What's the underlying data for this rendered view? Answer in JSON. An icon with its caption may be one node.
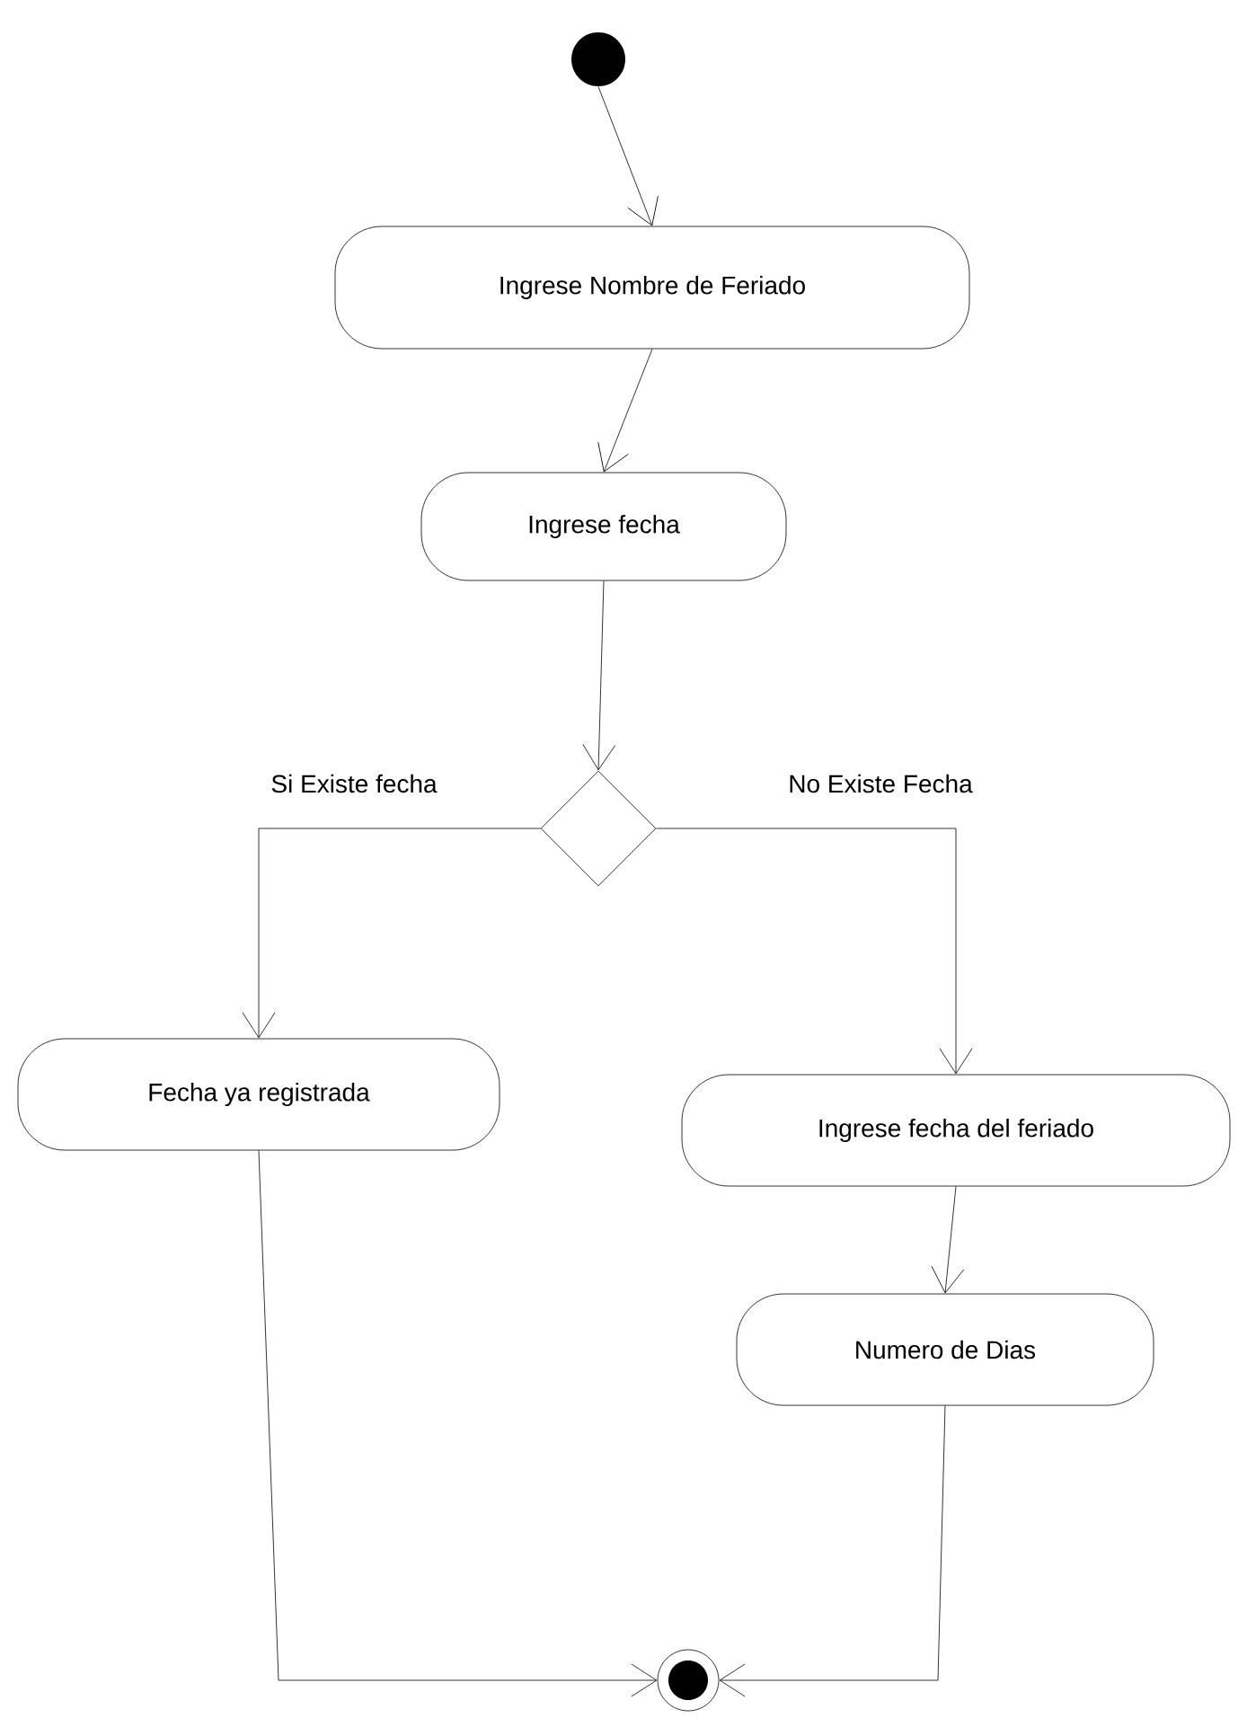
{
  "diagram": {
    "nodes": [
      {
        "text": [],
        "shape": "circle"
      },
      {
        "text": [
          "Ingrese Nombre de Feriado"
        ]
      },
      {
        "text": [
          "Ingrese fecha"
        ]
      },
      {
        "text": [],
        "shape": "diamond"
      },
      {
        "text": [
          "Fecha ya registrada"
        ]
      },
      {
        "text": [
          "Ingrese fecha del feriado"
        ]
      },
      {
        "text": [
          "Numero de Dias"
        ]
      },
      {
        "text": [],
        "shape": "bullseye"
      }
    ],
    "edges": [
      {
        "from": 0,
        "to": 1,
        "arrow": "to"
      },
      {
        "from": 1,
        "to": 2,
        "arrow": "to"
      },
      {
        "from": 2,
        "to": 3,
        "arrow": "to"
      },
      {
        "from": 3,
        "to": 4,
        "arrow": "to",
        "label": "Si Existe fecha"
      },
      {
        "from": 3,
        "to": 5,
        "arrow": "to",
        "label": "No Existe Fecha"
      },
      {
        "from": 4,
        "to": 7,
        "arrow": "to"
      },
      {
        "from": 5,
        "to": 6,
        "arrow": "to"
      },
      {
        "from": 6,
        "to": 7,
        "arrow": "to"
      }
    ]
  }
}
